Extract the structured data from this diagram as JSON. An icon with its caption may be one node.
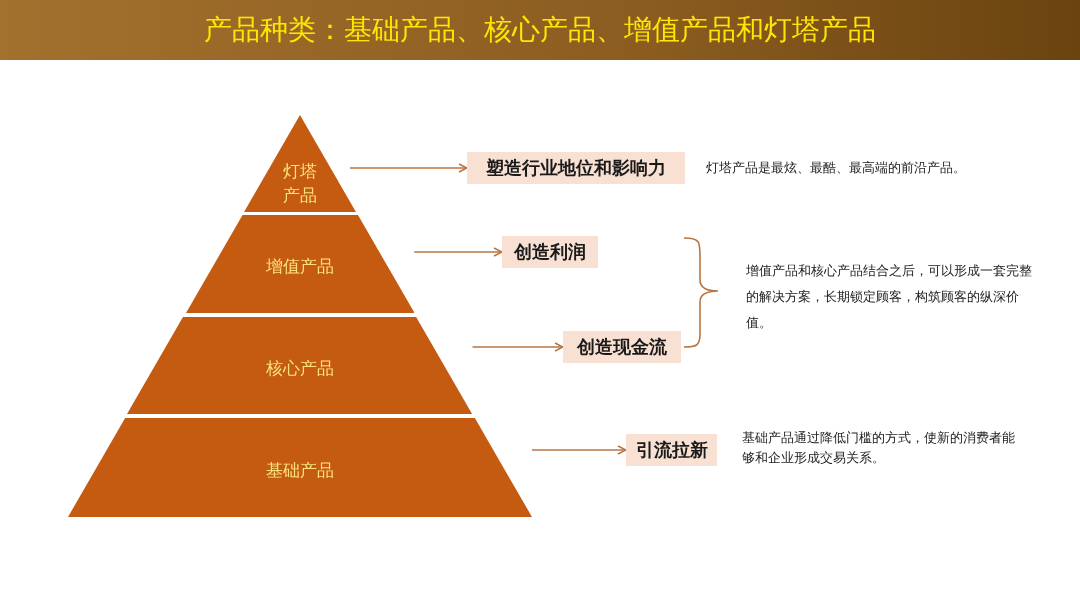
{
  "diagram": {
    "title": "产品种类：基础产品、核心产品、增值产品和灯塔产品",
    "nodes": [
      {
        "text": [
          "灯塔产品"
        ]
      },
      {
        "text": [
          "增值产品"
        ]
      },
      {
        "text": [
          "核心产品"
        ]
      },
      {
        "text": [
          "基础产品"
        ]
      },
      {
        "text": [
          "塑造行业地位和影响力"
        ]
      },
      {
        "text": [
          "创造利润"
        ]
      },
      {
        "text": [
          "创造现金流"
        ]
      },
      {
        "text": [
          "引流拉新"
        ]
      }
    ],
    "edges": [
      {
        "from": 0,
        "to": 4,
        "arrow": "to"
      },
      {
        "from": 1,
        "to": 5,
        "arrow": "to"
      },
      {
        "from": 2,
        "to": 6,
        "arrow": "to"
      },
      {
        "from": 3,
        "to": 7,
        "arrow": "to"
      }
    ],
    "labels": [
      "灯塔产品是最炫、最酷、最高端的前沿产品。",
      "增值产品和核心产品结合之后，可以形成一套完整的解决方案，长期锁定顾客，构筑顾客的纵深价值。",
      "基础产品通过降低门槛的方式，使新的消费者能够和企业形成交易关系。"
    ]
  }
}
